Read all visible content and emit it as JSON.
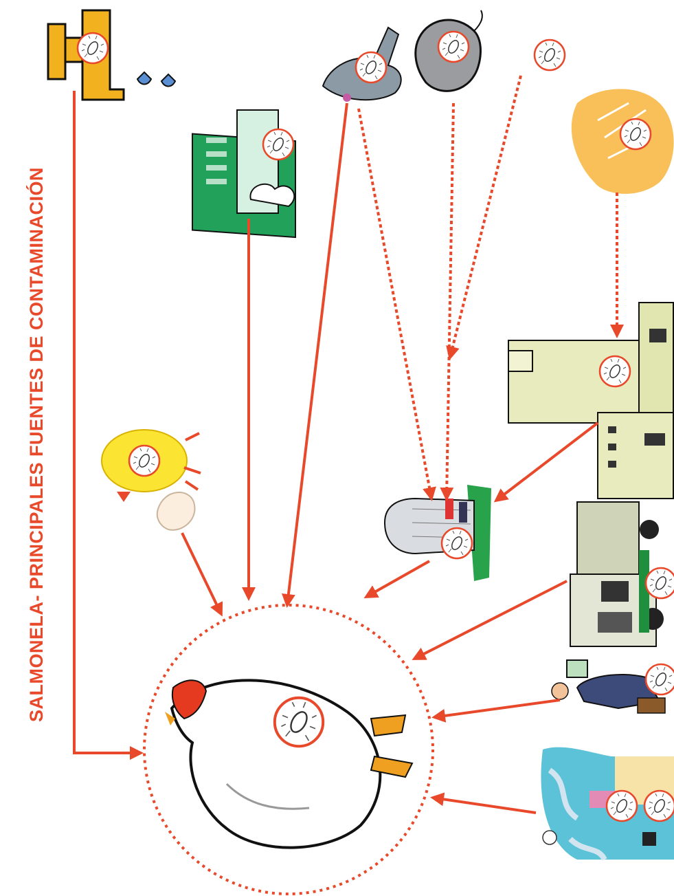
{
  "title": "SALMONELA- PRINCIPALES FUENTES DE CONTAMINACIÓN",
  "colors": {
    "accent": "#e8492b",
    "water_tap": "#f2b21f",
    "feed_mill": "#e8ebbd",
    "grain": "#f9c05a",
    "pigeon": "#8c9aa6",
    "rodent": "#9a9c9f",
    "factory": "#22a15a",
    "chick": "#fbe432",
    "truck": "#cfd3b8",
    "worker": "#3d4b7a",
    "sky": "#5cc2d8"
  },
  "sources": [
    {
      "id": "water",
      "icon": "water-tap-icon",
      "path": "solid"
    },
    {
      "id": "environment",
      "icon": "factory-smoke-icon",
      "path": "solid"
    },
    {
      "id": "wild-birds",
      "icon": "pigeon-icon",
      "path": "solid + dashed to feed silo"
    },
    {
      "id": "rodents",
      "icon": "rodent-icon",
      "path": "dashed to feed silo"
    },
    {
      "id": "airborne",
      "icon": "microbe-icon",
      "path": "dashed to feed silo"
    },
    {
      "id": "raw-materials",
      "icon": "grain-icon",
      "path": "dashed to feed mill"
    },
    {
      "id": "feed-mill",
      "icon": "feed-mill-icon",
      "path": "solid to feed silo"
    },
    {
      "id": "feed-silo",
      "icon": "feed-silo-icon",
      "path": "solid"
    },
    {
      "id": "hatchery",
      "icon": "chick-egg-icon",
      "path": "solid"
    },
    {
      "id": "transport",
      "icon": "truck-icon",
      "path": "solid"
    },
    {
      "id": "visitors",
      "icon": "visitor-icon",
      "path": "solid"
    },
    {
      "id": "farm-staff",
      "icon": "worker-cleaning-icon",
      "path": "solid"
    }
  ],
  "target": {
    "id": "hen",
    "icon": "hen-icon"
  }
}
